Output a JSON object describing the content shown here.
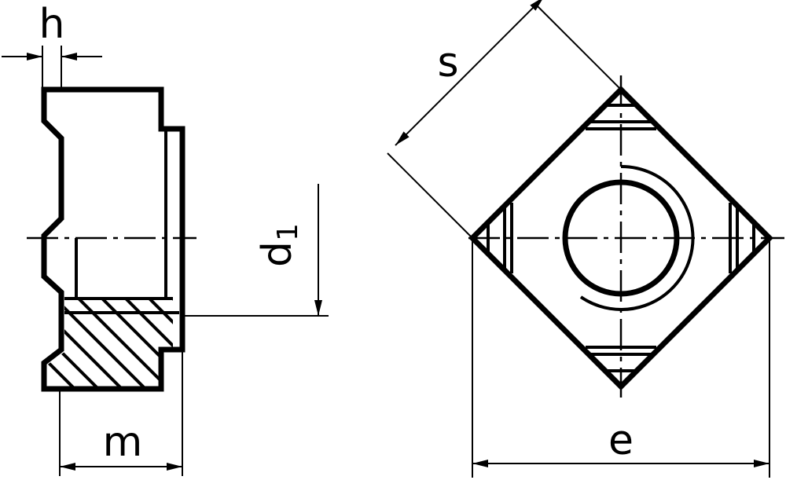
{
  "labels": {
    "h": "h",
    "m": "m",
    "d1_main": "d",
    "d1_sub": "1",
    "s": "s",
    "e": "e"
  },
  "colors": {
    "stroke": "#000000",
    "background": "#ffffff"
  }
}
